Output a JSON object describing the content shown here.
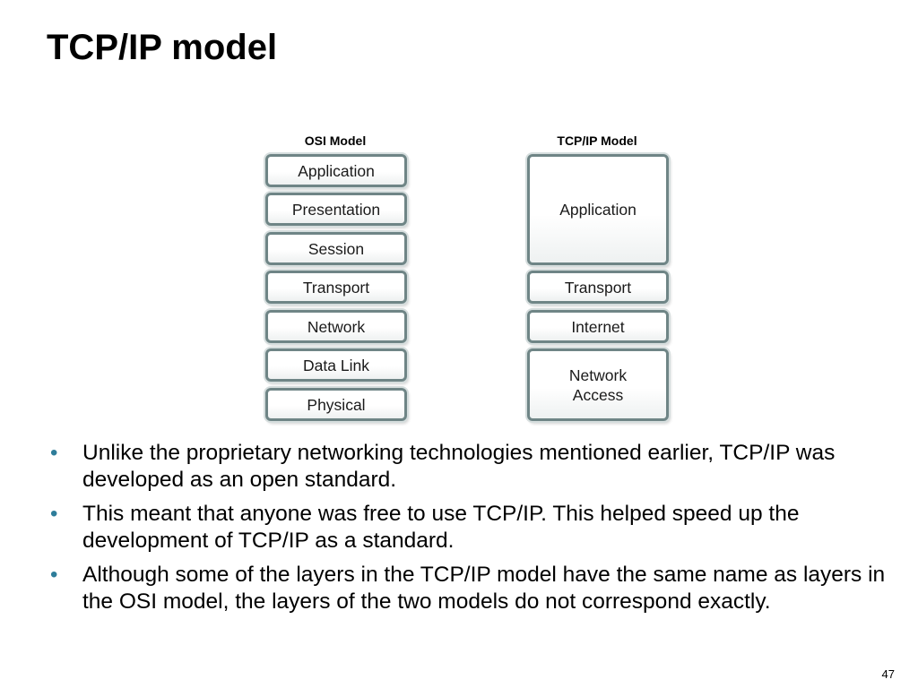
{
  "slide": {
    "title": "TCP/IP model",
    "page_number": "47"
  },
  "diagram": {
    "osi": {
      "header": "OSI Model",
      "layers": [
        "Application",
        "Presentation",
        "Session",
        "Transport",
        "Network",
        "Data Link",
        "Physical"
      ]
    },
    "tcpip": {
      "header": "TCP/IP Model",
      "layers": [
        "Application",
        "Transport",
        "Internet",
        "Network\nAccess"
      ]
    }
  },
  "bullets": [
    "Unlike the proprietary networking technologies mentioned earlier, TCP/IP was developed as an open standard.",
    "This meant that anyone was free to use TCP/IP. This helped speed up the development of TCP/IP as a standard.",
    "Although some of the layers in the TCP/IP model have the same name as layers in the OSI model, the layers of the two models do not correspond exactly."
  ],
  "bullet_symbol": "•"
}
